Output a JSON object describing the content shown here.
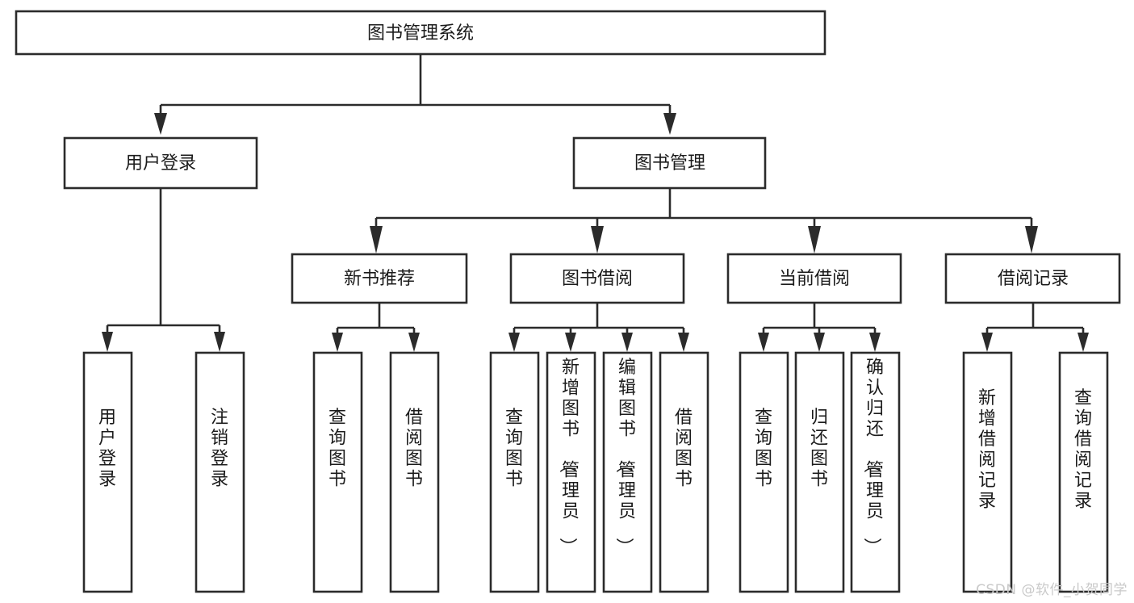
{
  "diagram": {
    "type": "tree",
    "title": "图书管理系统",
    "orientation": "top-down",
    "watermark": "CSDN @软件_小贺同学",
    "colors": {
      "background": "#ffffff",
      "stroke": "#2b2b2b",
      "node_fill": "#ffffff",
      "text": "#1b1b1b",
      "watermark": "#c9c9c9"
    },
    "levels": {
      "root": {
        "label": "图书管理系统"
      },
      "level2": [
        {
          "label": "用户登录"
        },
        {
          "label": "图书管理"
        }
      ],
      "level3": [
        {
          "label": "新书推荐"
        },
        {
          "label": "图书借阅"
        },
        {
          "label": "当前借阅"
        },
        {
          "label": "借阅记录"
        }
      ],
      "leaves": [
        {
          "label": "用户登录",
          "parent": "用户登录"
        },
        {
          "label": "注销登录",
          "parent": "用户登录"
        },
        {
          "label": "查询图书",
          "parent": "新书推荐"
        },
        {
          "label": "借阅图书",
          "parent": "新书推荐"
        },
        {
          "label": "查询图书",
          "parent": "图书借阅"
        },
        {
          "label": "新增图书（管理员）",
          "parent": "图书借阅"
        },
        {
          "label": "编辑图书（管理员）",
          "parent": "图书借阅"
        },
        {
          "label": "借阅图书",
          "parent": "图书借阅"
        },
        {
          "label": "查询图书",
          "parent": "当前借阅"
        },
        {
          "label": "归还图书",
          "parent": "当前借阅"
        },
        {
          "label": "确认归还（管理员）",
          "parent": "当前借阅"
        },
        {
          "label": "新增借阅记录",
          "parent": "借阅记录"
        },
        {
          "label": "查询借阅记录",
          "parent": "借阅记录"
        }
      ]
    }
  }
}
